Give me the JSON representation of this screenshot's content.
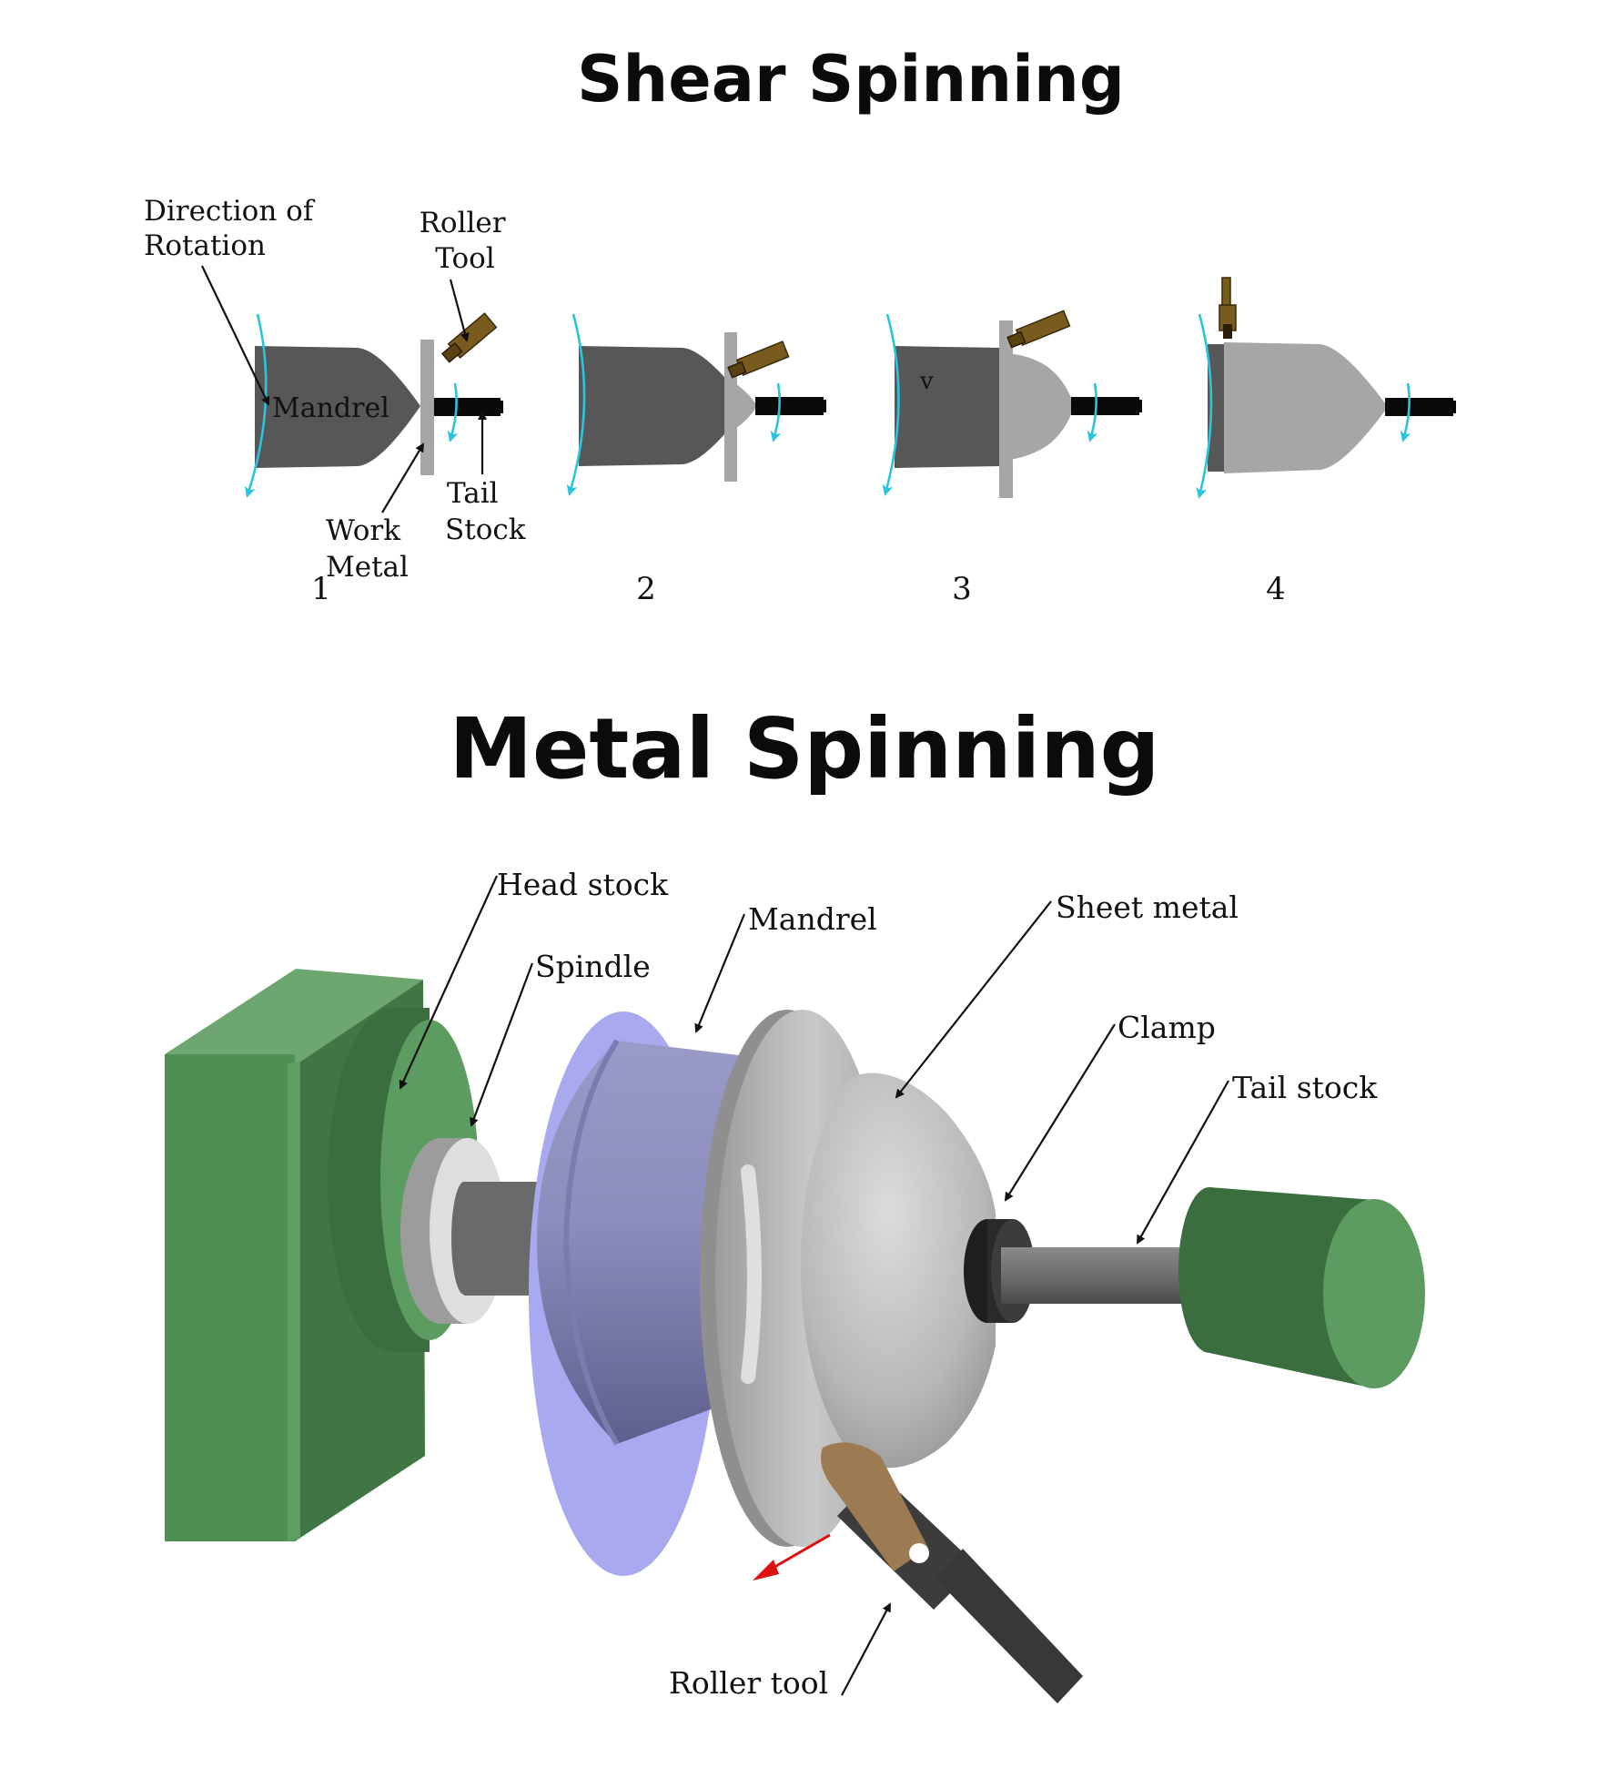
{
  "shear": {
    "title": "Shear Spinning",
    "labels": {
      "direction_line1": "Direction of",
      "direction_line2": "Rotation",
      "roller_line1": "Roller",
      "roller_line2": "Tool",
      "mandrel": "Mandrel",
      "tail_line1": "Tail",
      "tail_line2": "Stock",
      "work_line1": "Work",
      "work_line2": "Metal",
      "v": "v"
    },
    "steps": [
      "1",
      "2",
      "3",
      "4"
    ]
  },
  "metal": {
    "title": "Metal Spinning",
    "labels": {
      "head_stock": "Head stock",
      "spindle": "Spindle",
      "mandrel": "Mandrel",
      "sheet_metal": "Sheet metal",
      "clamp": "Clamp",
      "tail_stock": "Tail stock",
      "roller_tool": "Roller tool"
    }
  },
  "colors": {
    "mandrel_dark": "#575757",
    "work_metal": "#a6a6a6",
    "roller_tool": "#7a5b1e",
    "rotation_arrow": "#29c4dd",
    "headstock_green": "#4f8f53",
    "mandrel_purple": "#8585b5",
    "feed_arrow": "#e01010"
  }
}
